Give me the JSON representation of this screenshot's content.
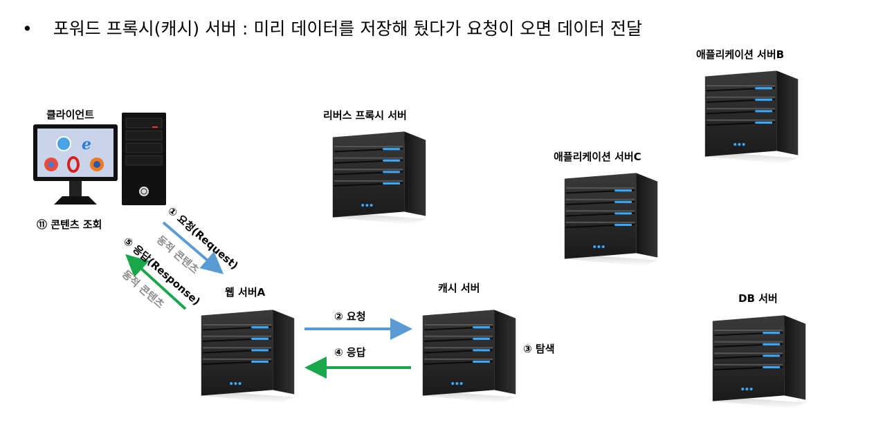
{
  "title": {
    "bullet": "•",
    "text": "포워드 프록시(캐시) 서버 : 미리 데이터를 저장해 뒀다가 요청이 오면 데이터 전달"
  },
  "nodes": {
    "client": "클라이언트",
    "web_server": "웹 서버A",
    "reverse_proxy": "리버스 프록시 서버",
    "cache_server": "캐시 서버",
    "app_server_b": "애플리케이션 서버B",
    "app_server_c": "애플리케이션 서버C",
    "db_server": "DB 서버"
  },
  "steps": {
    "request": "① 요청(Request)",
    "request_sub": "동적 콘텐츠",
    "response": "⑤ 응답(Response)",
    "response_sub": "동적 콘텐츠",
    "cache_request": "② 요청",
    "search": "③ 탐색",
    "cache_response": "④ 응답",
    "view": "⑪ 콘텐츠 조회"
  },
  "colors": {
    "request_arrow": "#5b9bd5",
    "response_arrow": "#1aa64a",
    "server_led": "#39a9ff"
  }
}
